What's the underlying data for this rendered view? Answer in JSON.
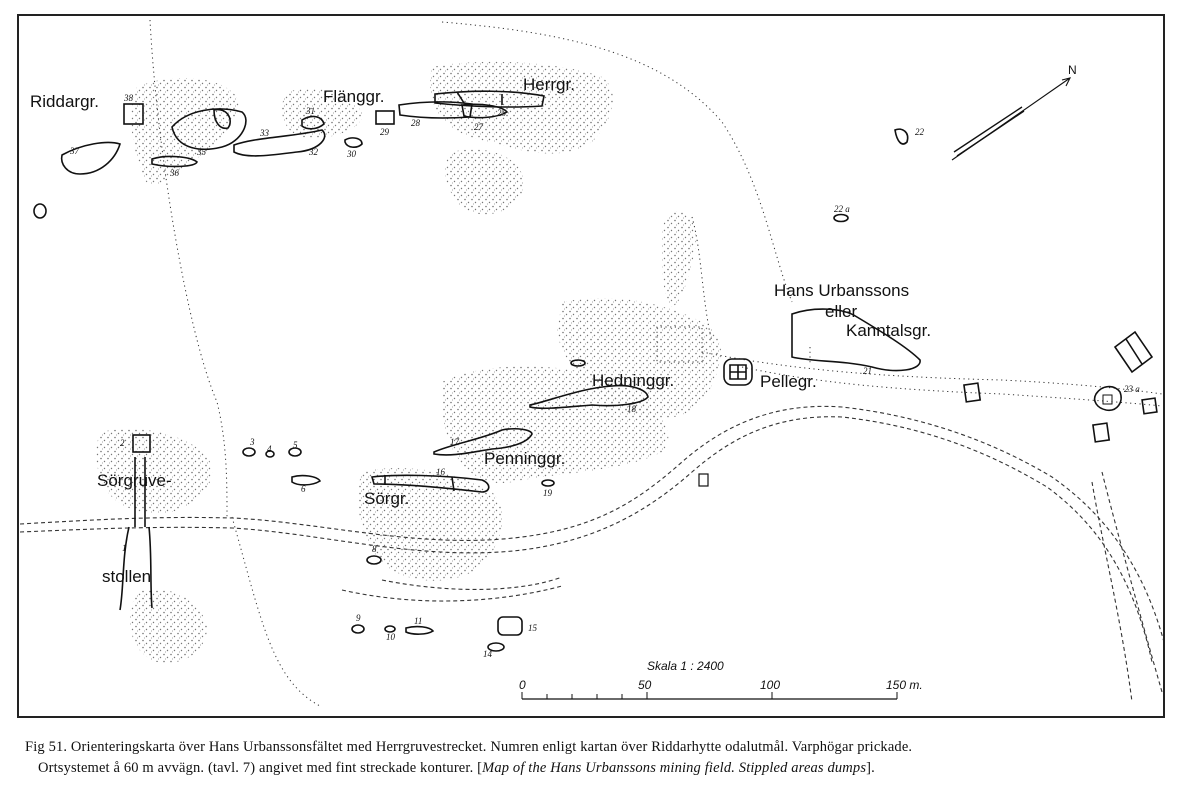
{
  "map": {
    "labels": {
      "riddargr": "Riddargr.",
      "flanggr": "Flänggr.",
      "herrgr": "Herrgr.",
      "hans_line1": "Hans Urbanssons",
      "hans_line2": "eller",
      "hans_line3": "Kanntalsgr.",
      "hedninggr": "Hedninggr.",
      "pellegr": "Pellegr.",
      "penninggr": "Penninggr.",
      "sorgr": "Sörgr.",
      "sorgruve": "Sörgruve-",
      "stollen": "stollen",
      "north": "N"
    },
    "numbers": {
      "n1": "1",
      "n2": "2",
      "n3": "3",
      "n4": "4",
      "n5": "5",
      "n6": "6",
      "n8": "8",
      "n9": "9",
      "n10": "10",
      "n11": "11",
      "n14": "14",
      "n15": "15",
      "n16": "16",
      "n17": "17",
      "n18": "18",
      "n19": "19",
      "n21": "21",
      "n22": "22",
      "n22a": "22 a",
      "n23a": "23 a",
      "n25": "25",
      "n27": "27",
      "n28": "28",
      "n29": "29",
      "n30": "30",
      "n31": "31",
      "n32": "32",
      "n33": "33",
      "n35": "35",
      "n36": "36",
      "n37": "37",
      "n38": "38"
    },
    "scale": {
      "title": "Skala 1 : 2400",
      "ticks": [
        "0",
        "50",
        "100",
        "150 m."
      ]
    }
  },
  "caption": {
    "line1": "Fig 51. Orienteringskarta över Hans Urbanssonsfältet med Herrgruvestrecket. Numren enligt kartan över Riddarhytte odalutmål. Varphögar prickade.",
    "line2_main": "Ortsystemet å 60 m avvägn. (tavl. 7) angivet med fint streckade konturer. [",
    "line2_italic": "Map of the Hans Urbanssons mining field. Stippled areas dumps",
    "line2_end": "]."
  }
}
